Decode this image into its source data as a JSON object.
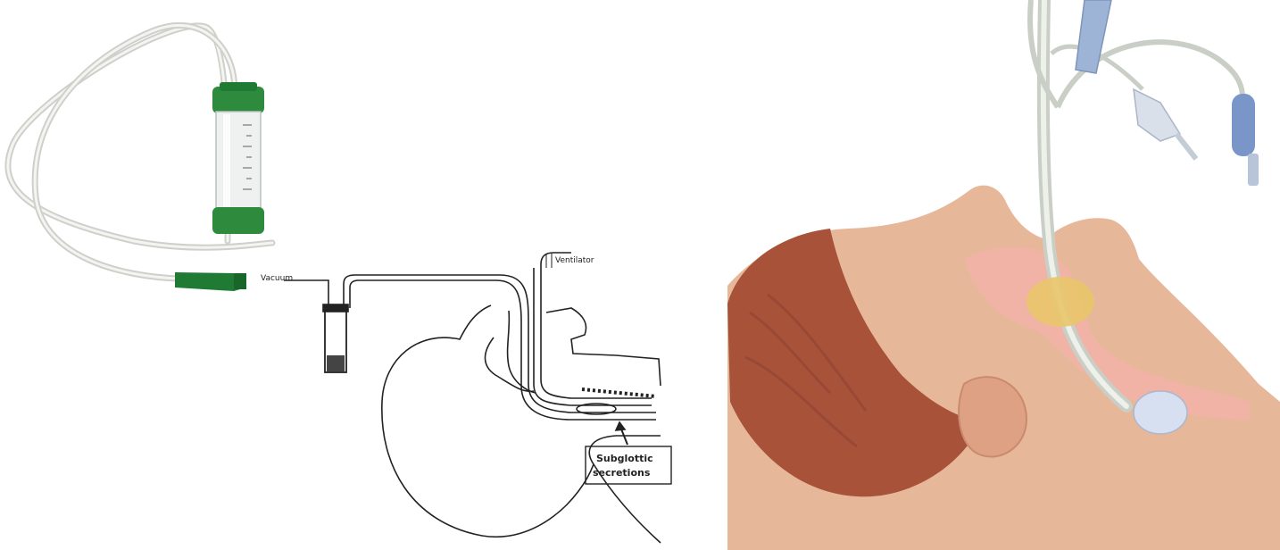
{
  "diagram": {
    "labels": {
      "vacuum": "Vacuum",
      "ventilator": "Ventilator",
      "subglottic_line1": "Subglottic",
      "subglottic_line2": "secretions"
    }
  },
  "colors": {
    "trap_cap_green": "#2e8b3e",
    "connector_green": "#1f7a33",
    "tubing": "#e8e8e4",
    "skin": "#e7b79a",
    "hair": "#a8523a",
    "airway": "#f2b3a8",
    "cuff_yellow": "#e9c56a",
    "balloon_blue": "#7a96c8"
  }
}
